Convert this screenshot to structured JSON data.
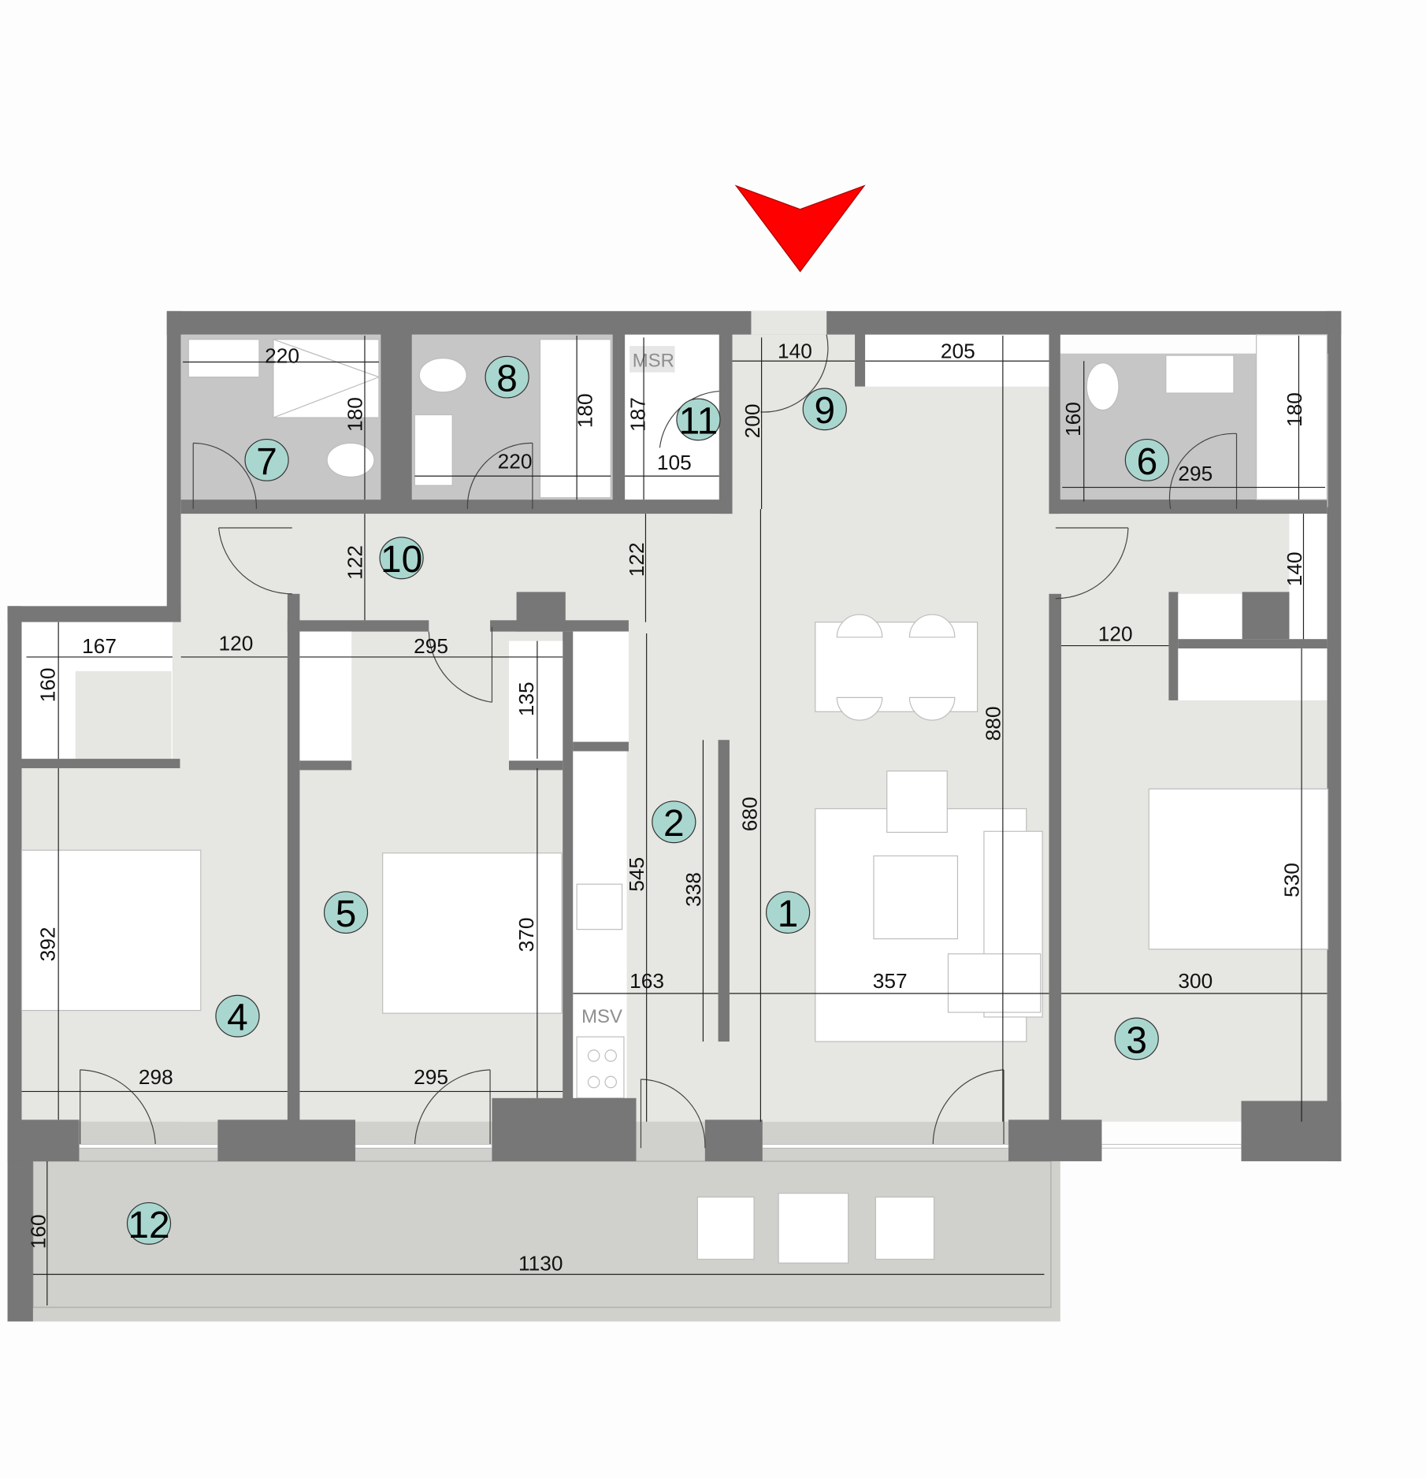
{
  "plan": {
    "entrance_arrow_color": "#ff0000",
    "wall_color": "#777777",
    "room_badge_color": "#a9d7cf",
    "rooms": [
      {
        "id": "1",
        "label": "1"
      },
      {
        "id": "2",
        "label": "2"
      },
      {
        "id": "3",
        "label": "3"
      },
      {
        "id": "4",
        "label": "4"
      },
      {
        "id": "5",
        "label": "5"
      },
      {
        "id": "6",
        "label": "6"
      },
      {
        "id": "7",
        "label": "7"
      },
      {
        "id": "8",
        "label": "8"
      },
      {
        "id": "9",
        "label": "9"
      },
      {
        "id": "10",
        "label": "10"
      },
      {
        "id": "11",
        "label": "11"
      },
      {
        "id": "12",
        "label": "12"
      }
    ],
    "tags": {
      "msr": "MSR",
      "msv": "MSV"
    },
    "dimensions": {
      "bath7_width": "220",
      "bath7_depth": "180",
      "bath8_width": "220",
      "bath8_depth": "180",
      "room11_depth": "187",
      "room11_width": "105",
      "entry_width": "140",
      "entry_depth": "200",
      "wardrobe_205": "205",
      "bath6_width": "295",
      "bath6_depth_left": "160",
      "bath6_depth_right": "180",
      "hall_depth_left": "122",
      "hall_depth_right": "122",
      "closet4_width": "167",
      "closet4_depth": "160",
      "corridor_120": "120",
      "room5_closet_width": "295",
      "room5_closet_depth": "135",
      "room4_depth": "392",
      "room5_depth": "370",
      "kitchen_545": "545",
      "partition_338": "338",
      "living_680": "680",
      "living_880": "880",
      "room3_closet_140": "140",
      "room3_entry_120": "120",
      "room3_depth": "530",
      "room4_width": "298",
      "room5_width": "295",
      "kitchen_width": "163",
      "living_width": "357",
      "room3_width": "300",
      "terrace_depth": "160",
      "terrace_width": "1130"
    }
  }
}
